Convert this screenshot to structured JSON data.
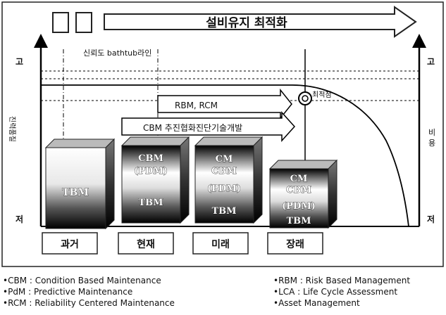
{
  "banner": {
    "title": "설비유지 최적화"
  },
  "left_axis": {
    "top": "고",
    "label": "진력품질",
    "bottom": "저"
  },
  "right_axis": {
    "top": "고",
    "label": "비용",
    "bottom": "저"
  },
  "annotations": {
    "bathtub": "신뢰도 bathtub라인",
    "optimum": "최적점",
    "rbm_rcm": "RBM, RCM",
    "cbm_dev": "CBM 추진협화진단기술개발"
  },
  "eras": [
    {
      "label": "과거",
      "layers": [
        "TBM"
      ]
    },
    {
      "label": "현재",
      "layers": [
        "CBM",
        "(PDM)",
        "TBM"
      ]
    },
    {
      "label": "미래",
      "layers": [
        "CM",
        "CBM",
        "(PDM)",
        "TBM"
      ]
    },
    {
      "label": "장래",
      "layers": [
        "CM",
        "CBM",
        "(PDM)",
        "TBM"
      ]
    }
  ],
  "legend_left": [
    "•CBM : Condition Based Maintenance",
    "•PdM : Predictive Maintenance",
    "•RCM : Reliability Centered Maintenance"
  ],
  "legend_right": [
    "•RBM : Risk Based Management",
    "•LCA : Life Cycle Assessment",
    "•Asset Management"
  ]
}
